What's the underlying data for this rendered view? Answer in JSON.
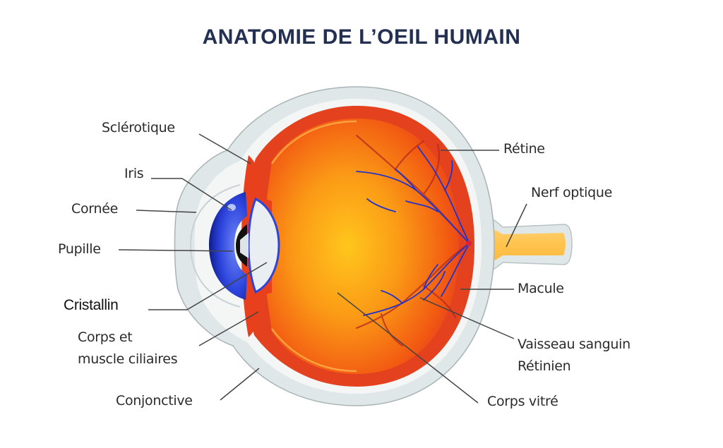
{
  "title": "ANATOMIE DE L’OEIL HUMAIN",
  "colors": {
    "title": "#243052",
    "sclera": "#dfe7e8",
    "choroid": "#e8401c",
    "vitreous_center": "#ffc21a",
    "vitreous_edge": "#f05a14",
    "iris": "#2a3fd0",
    "lens": "#e9eef2",
    "optic_nerve": "#ffc85a",
    "vessel_vein": "#2233cc",
    "vessel_artery": "#b8241c",
    "leader_line": "#444444"
  },
  "labels": {
    "sclerotique": "Sclérotique",
    "iris": "Iris",
    "cornee": "Cornée",
    "pupille": "Pupille",
    "cristallin": "Cristallin",
    "corps_ciliaires_line1": "Corps et",
    "corps_ciliaires_line2": "muscle ciliaires",
    "conjonctive": "Conjonctive",
    "retine": "Rétine",
    "nerf_optique": "Nerf optique",
    "macule": "Macule",
    "vaisseau_line1": "Vaisseau sanguin",
    "vaisseau_line2": "Rétinien",
    "corps_vitre": "Corps vitré"
  }
}
